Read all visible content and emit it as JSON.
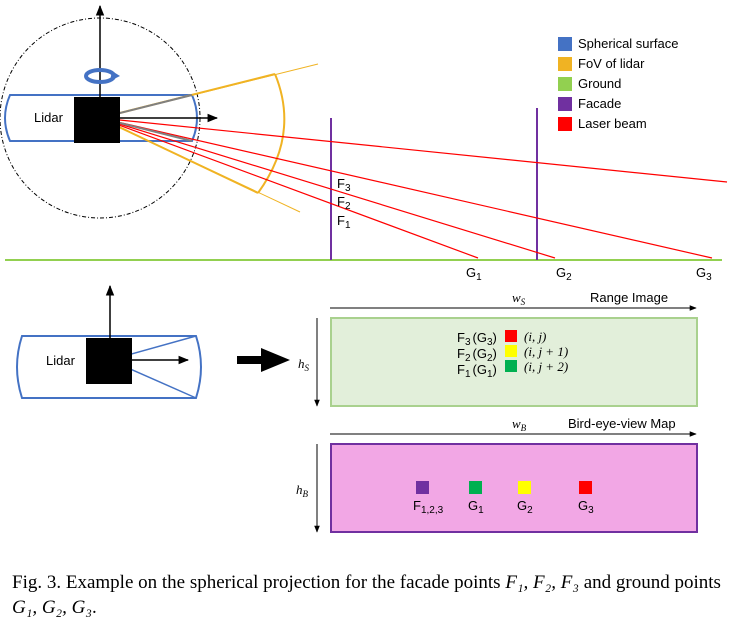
{
  "legend": [
    {
      "label": "Spherical surface",
      "color": "#4472C4"
    },
    {
      "label": "FoV of lidar",
      "color": "#F0B323"
    },
    {
      "label": "Ground",
      "color": "#92D050"
    },
    {
      "label": "Facade",
      "color": "#7030A0"
    },
    {
      "label": "Laser beam",
      "color": "#FF0000"
    }
  ],
  "top": {
    "lidar_label": "Lidar",
    "facade_labels": [
      {
        "base": "F",
        "sub": "3"
      },
      {
        "base": "F",
        "sub": "2"
      },
      {
        "base": "F",
        "sub": "1"
      }
    ],
    "ground_labels": [
      {
        "base": "G",
        "sub": "1"
      },
      {
        "base": "G",
        "sub": "2"
      },
      {
        "base": "G",
        "sub": "3"
      }
    ]
  },
  "range": {
    "lidar_label": "Lidar",
    "title": "Range Image",
    "w_base": "w",
    "w_sub": "S",
    "h_base": "h",
    "h_sub": "S",
    "cells": [
      {
        "f": "F",
        "f_sub": "3",
        "g": "(G",
        "g_sub": "3",
        "close": ")",
        "color": "#FF0000",
        "index": "(i, j)"
      },
      {
        "f": "F",
        "f_sub": "2",
        "g": "(G",
        "g_sub": "2",
        "close": ")",
        "color": "#FFFF00",
        "index": "(i, j + 1)"
      },
      {
        "f": "F",
        "f_sub": "1",
        "g": "(G",
        "g_sub": "1",
        "close": ")",
        "color": "#00B050",
        "index": "(i, j + 2)"
      }
    ],
    "bg": "#E2EFDA",
    "border": "#A9D18E"
  },
  "bev": {
    "title": "Bird-eye-view Map",
    "w_base": "w",
    "w_sub": "B",
    "h_base": "h",
    "h_sub": "B",
    "cells": [
      {
        "base": "F",
        "sub": "1,2,3",
        "color": "#7030A0"
      },
      {
        "base": "G",
        "sub": "1",
        "color": "#00B050"
      },
      {
        "base": "G",
        "sub": "2",
        "color": "#FFFF00"
      },
      {
        "base": "G",
        "sub": "3",
        "color": "#FF0000"
      }
    ],
    "bg": "#F2A7E5",
    "border": "#7030A0"
  },
  "caption": {
    "prefix": "Fig. 3.  Example on the spherical projection for the facade points ",
    "facade_math": "F₁, F₂, F₃",
    "middle": " and ground points ",
    "ground_math": "G₁, G₂, G₃",
    "suffix": "."
  }
}
